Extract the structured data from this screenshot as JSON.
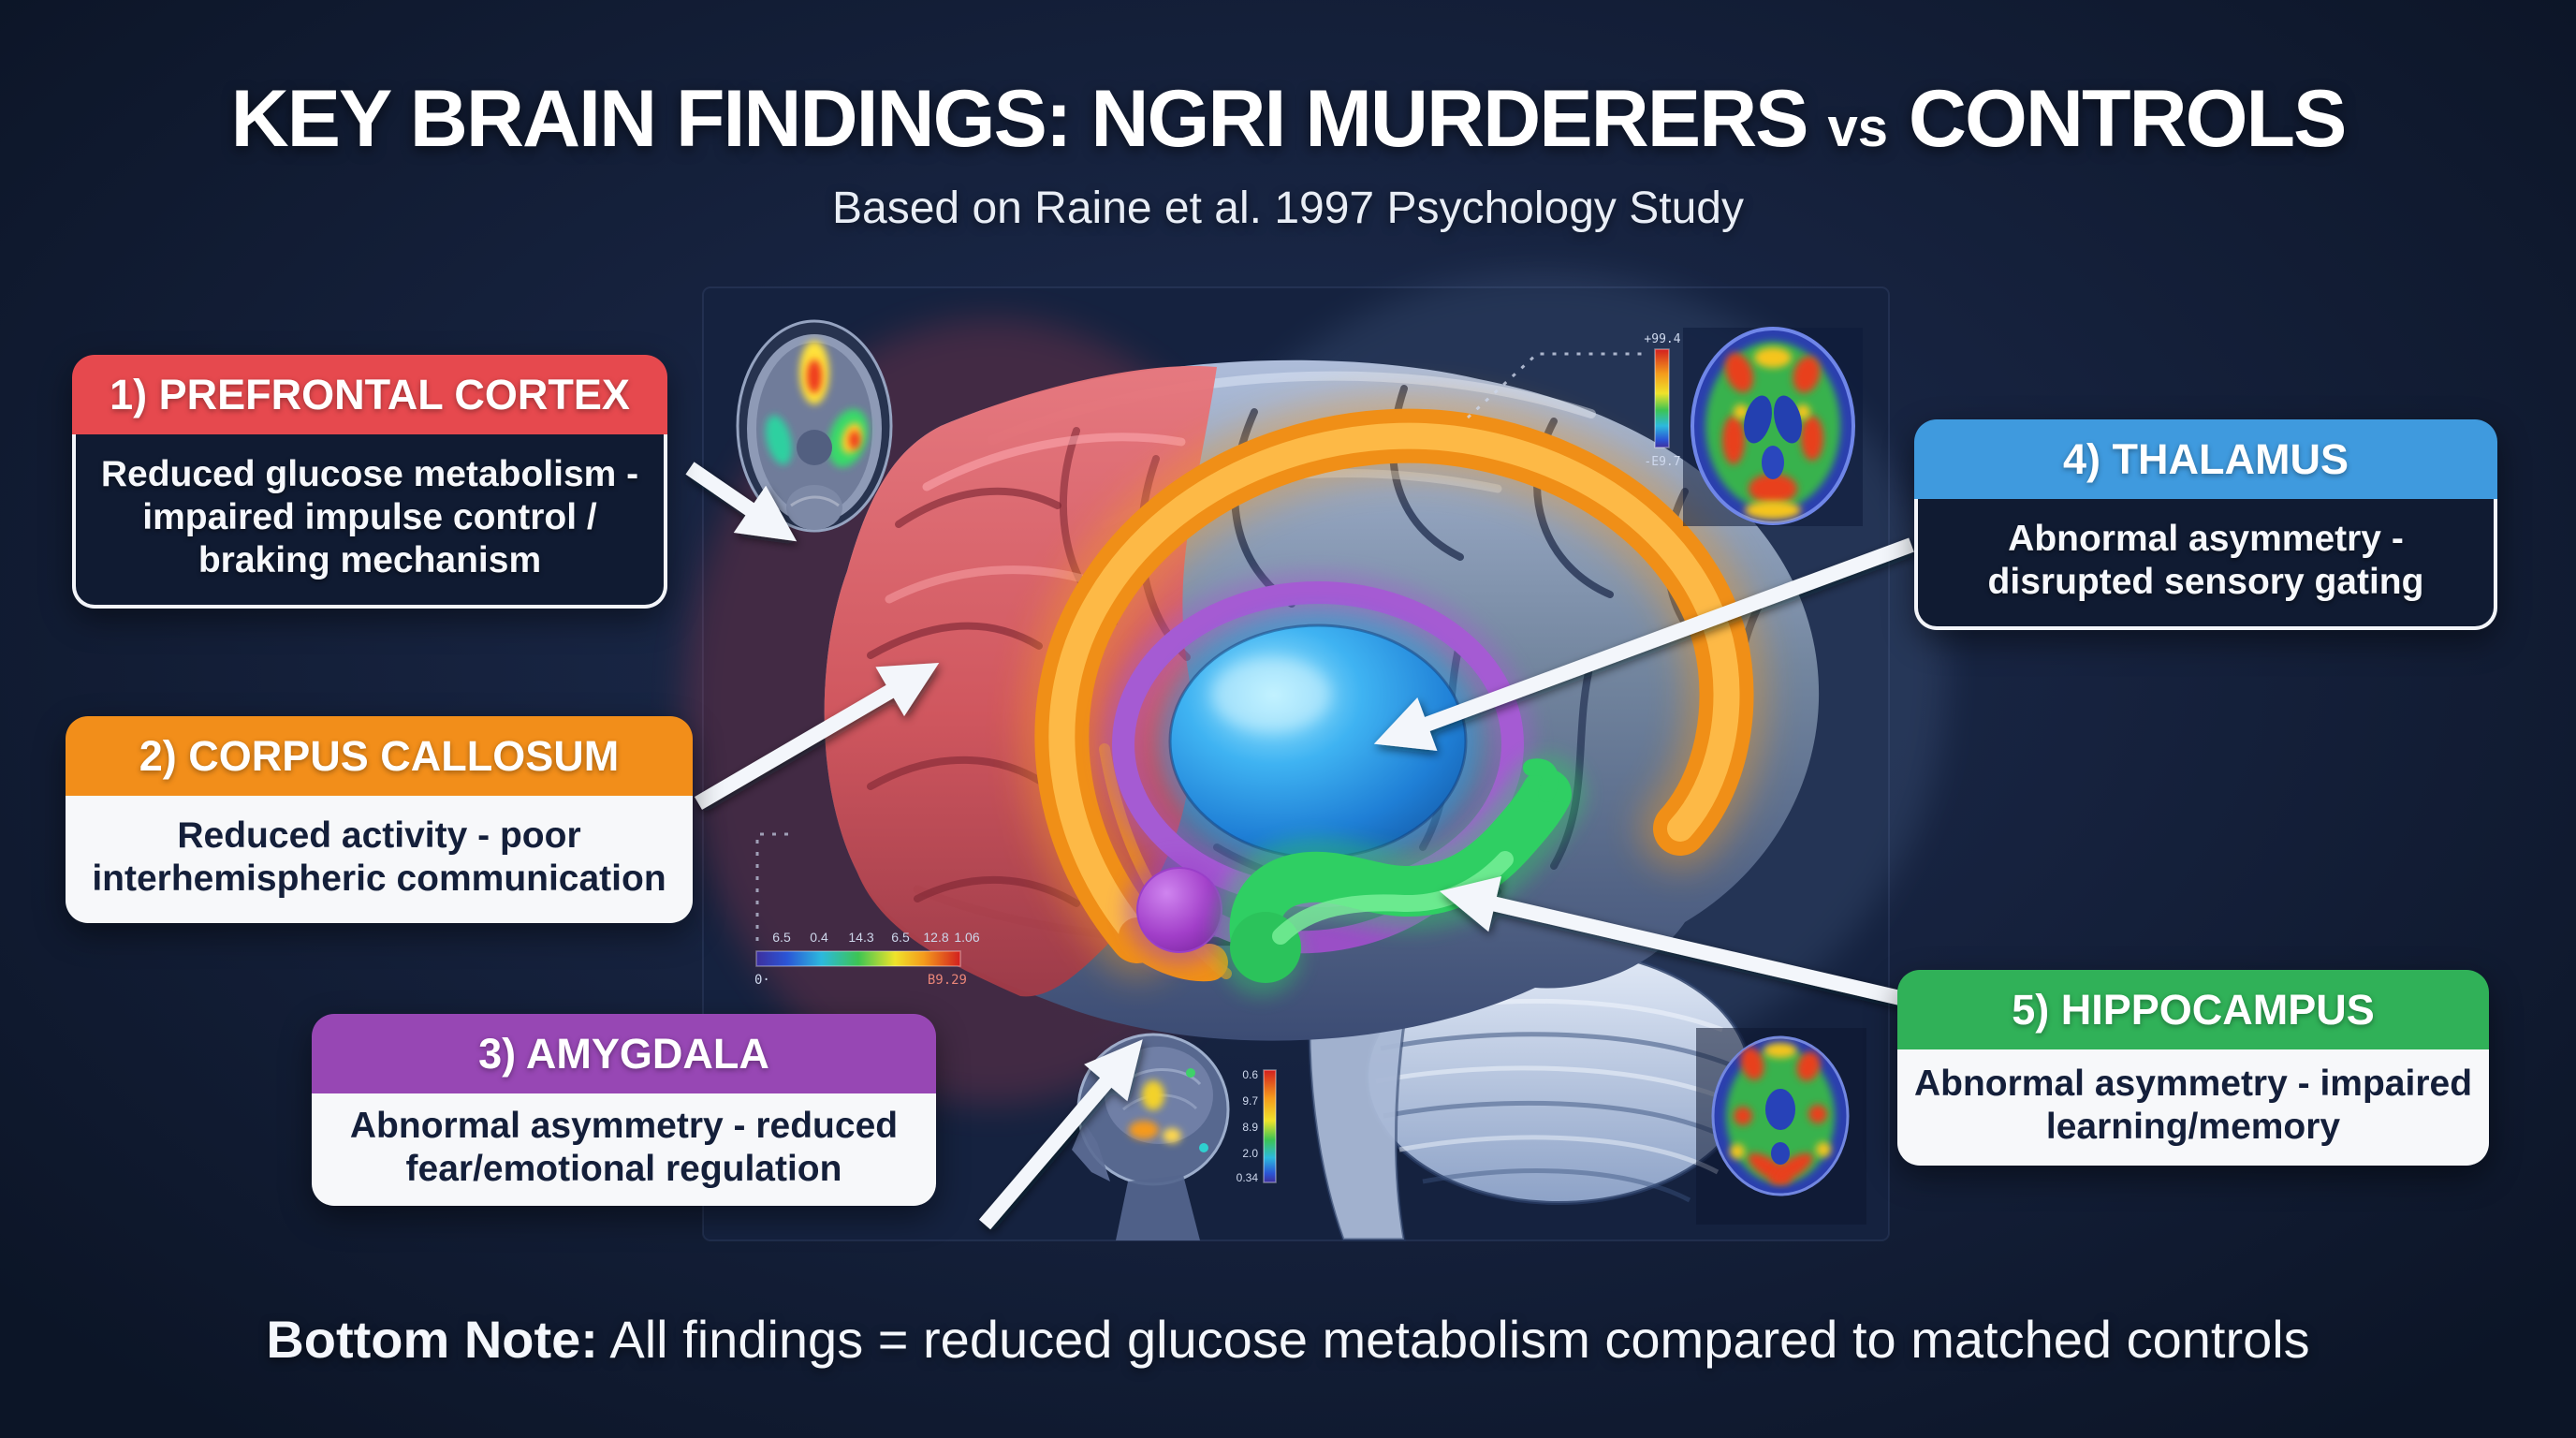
{
  "page": {
    "title_part1": "KEY BRAIN FINDINGS: NGRI MURDERERS",
    "title_vs": "vs",
    "title_part2": "CONTROLS",
    "subtitle": "Based on Raine et al. 1997 Psychology Study",
    "bottom_note_label": "Bottom Note:",
    "bottom_note_text": " All findings = reduced glucose metabolism compared to matched controls"
  },
  "callouts": [
    {
      "id": "prefrontal-cortex",
      "label": "1) PREFRONTAL CORTEX",
      "description": "Reduced glucose metabolism - impaired impulse control / braking mechanism",
      "header_color": "#e6494e",
      "body_style": "dark"
    },
    {
      "id": "corpus-callosum",
      "label": "2) CORPUS CALLOSUM",
      "description": "Reduced activity - poor interhemispheric communication",
      "header_color": "#f28e1a",
      "body_style": "light"
    },
    {
      "id": "amygdala",
      "label": "3) AMYGDALA",
      "description": "Abnormal asymmetry - reduced fear/emotional regulation",
      "header_color": "#9747b4",
      "body_style": "light"
    },
    {
      "id": "thalamus",
      "label": "4) THALAMUS",
      "description": "Abnormal asymmetry - disrupted sensory gating",
      "header_color": "#3f9ade",
      "body_style": "dark"
    },
    {
      "id": "hippocampus",
      "label": "5) HIPPOCAMPUS",
      "description": "Abnormal asymmetry - impaired learning/memory",
      "header_color": "#30b158",
      "body_style": "light"
    }
  ],
  "brain_regions": [
    {
      "name": "prefrontal-cortex",
      "color": "#d4555c"
    },
    {
      "name": "corpus-callosum",
      "color": "#f08f17"
    },
    {
      "name": "amygdala",
      "color": "#9a3fc9"
    },
    {
      "name": "thalamus",
      "color": "#2f9be8"
    },
    {
      "name": "hippocampus",
      "color": "#2fcf63"
    }
  ],
  "pet_scans": {
    "top_right_colorbar": {
      "top_label": "+99.4",
      "bottom_label": "-E9.7"
    },
    "bottom_left_scale": {
      "ticks": [
        "6.5",
        "0.4",
        "14.3",
        "6.5",
        "12.8",
        "1.06"
      ],
      "left_label": "0·",
      "right_label": "B9.29"
    },
    "sagittal_colorbar": {
      "ticks": [
        "0.6",
        "9.7",
        "8.9",
        "2.0",
        "0.34"
      ]
    }
  },
  "colors": {
    "background": "#16223e",
    "panel": "#1a2947",
    "box_dark_body": "#101b32",
    "box_light_body": "#f7f8fa",
    "arrow": "#f3f6fb"
  }
}
